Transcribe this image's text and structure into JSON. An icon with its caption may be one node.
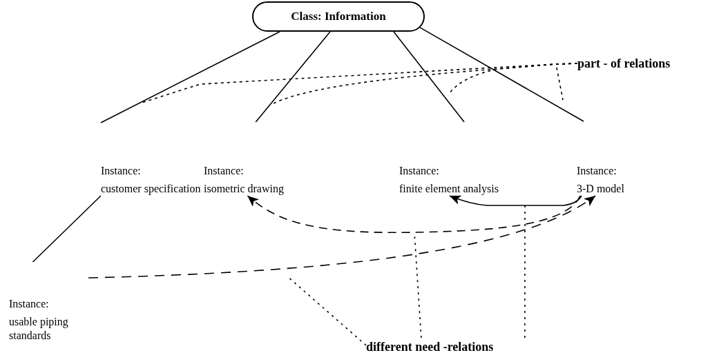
{
  "diagram": {
    "nodes": [
      {
        "text": [
          "Class: Information"
        ]
      },
      {
        "text": [
          "Instance:",
          "customer specification"
        ]
      },
      {
        "text": [
          "Instance:",
          "isometric drawing"
        ]
      },
      {
        "text": [
          "Instance:",
          "finite element analysis"
        ]
      },
      {
        "text": [
          "Instance:",
          "3-D model"
        ]
      },
      {
        "text": [
          "Instance:",
          "usable piping standards"
        ]
      },
      {
        "text": [
          "part - of relations"
        ]
      },
      {
        "text": [
          "different need -relations"
        ]
      }
    ],
    "edges": [
      {
        "from": 0,
        "to": 1,
        "arrow": "none"
      },
      {
        "from": 0,
        "to": 2,
        "arrow": "none"
      },
      {
        "from": 0,
        "to": 3,
        "arrow": "none"
      },
      {
        "from": 0,
        "to": 4,
        "arrow": "none"
      },
      {
        "from": 1,
        "to": 5,
        "arrow": "none"
      },
      {
        "from": 4,
        "to": 2,
        "arrow": "to",
        "style": "dashed"
      },
      {
        "from": 4,
        "to": 3,
        "arrow": "to"
      },
      {
        "from": 5,
        "to": 4,
        "arrow": "to",
        "style": "dashed"
      },
      {
        "from": 6,
        "to": null,
        "arrow": "none",
        "style": "dashed"
      },
      {
        "from": 6,
        "to": null,
        "arrow": "none",
        "style": "dashed"
      },
      {
        "from": 6,
        "to": null,
        "arrow": "none",
        "style": "dashed"
      },
      {
        "from": 6,
        "to": null,
        "arrow": "none",
        "style": "dashed"
      },
      {
        "from": 7,
        "to": null,
        "arrow": "none",
        "style": "dashed"
      },
      {
        "from": 7,
        "to": null,
        "arrow": "none",
        "style": "dashed"
      },
      {
        "from": 7,
        "to": null,
        "arrow": "none",
        "style": "dashed"
      }
    ]
  }
}
